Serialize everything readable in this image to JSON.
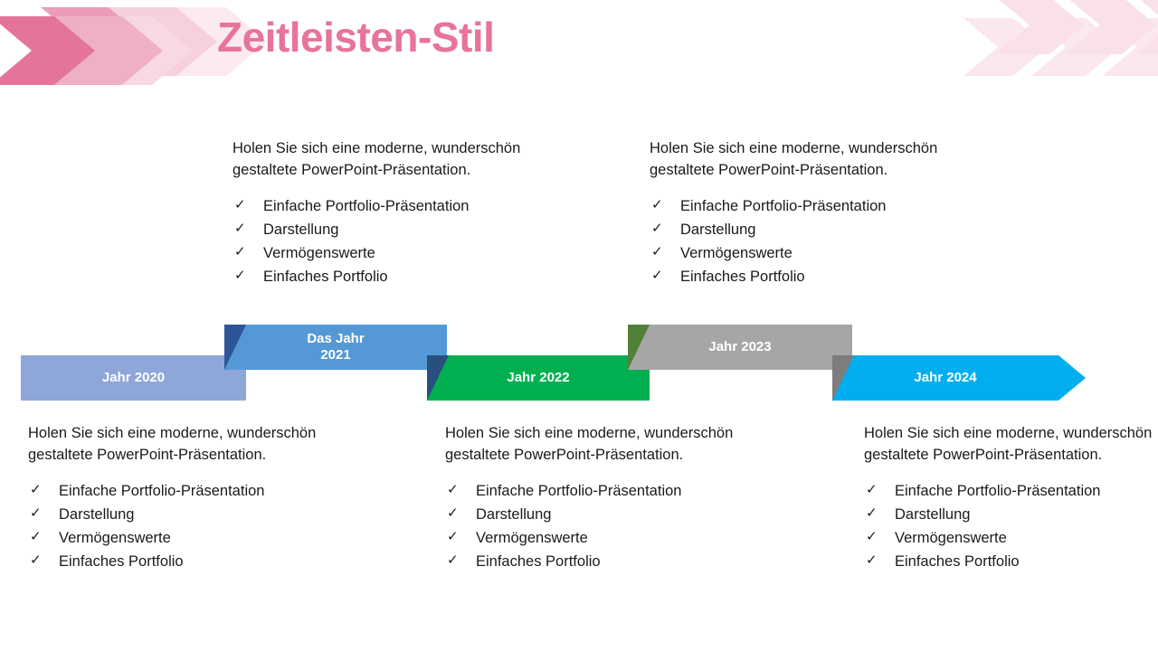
{
  "slide": {
    "title": "Zeitleisten-Stil",
    "title_color": "#E8739B",
    "background": "#FFFFFF"
  },
  "decoration": {
    "left_chevrons_name": "chevron-cluster-left",
    "right_chevrons_name": "chevron-cluster-right",
    "colors": [
      "#E4749B",
      "#EC9CB8",
      "#F3C2D3",
      "#F8DDE6",
      "#FBEDF2"
    ]
  },
  "body_text": {
    "paragraph": "Holen Sie sich eine moderne, wunderschön gestaltete PowerPoint-Präsentation.",
    "bullets": [
      "Einfache Portfolio-Präsentation",
      "Darstellung",
      "Vermögenswerte",
      "Einfaches  Portfolio"
    ],
    "bullet_glyph": "✓"
  },
  "timeline": {
    "milestones": [
      {
        "id": "2020",
        "label": "Jahr 2020",
        "color": "#8EA6D8",
        "fold_color": "#6E86B8",
        "text_position": "below"
      },
      {
        "id": "2021",
        "label": "Das Jahr\n2021",
        "color": "#5499D6",
        "fold_color": "#2E5596",
        "text_position": "above"
      },
      {
        "id": "2022",
        "label": "Jahr 2022",
        "color": "#00B050",
        "fold_color": "#27507E",
        "text_position": "below"
      },
      {
        "id": "2023",
        "label": "Jahr 2023",
        "color": "#A6A6A6",
        "fold_color": "#51803A",
        "text_position": "above"
      },
      {
        "id": "2024",
        "label": "Jahr 2024",
        "color": "#00AEEF",
        "fold_color": "#7D7D7D",
        "text_position": "below"
      }
    ]
  }
}
